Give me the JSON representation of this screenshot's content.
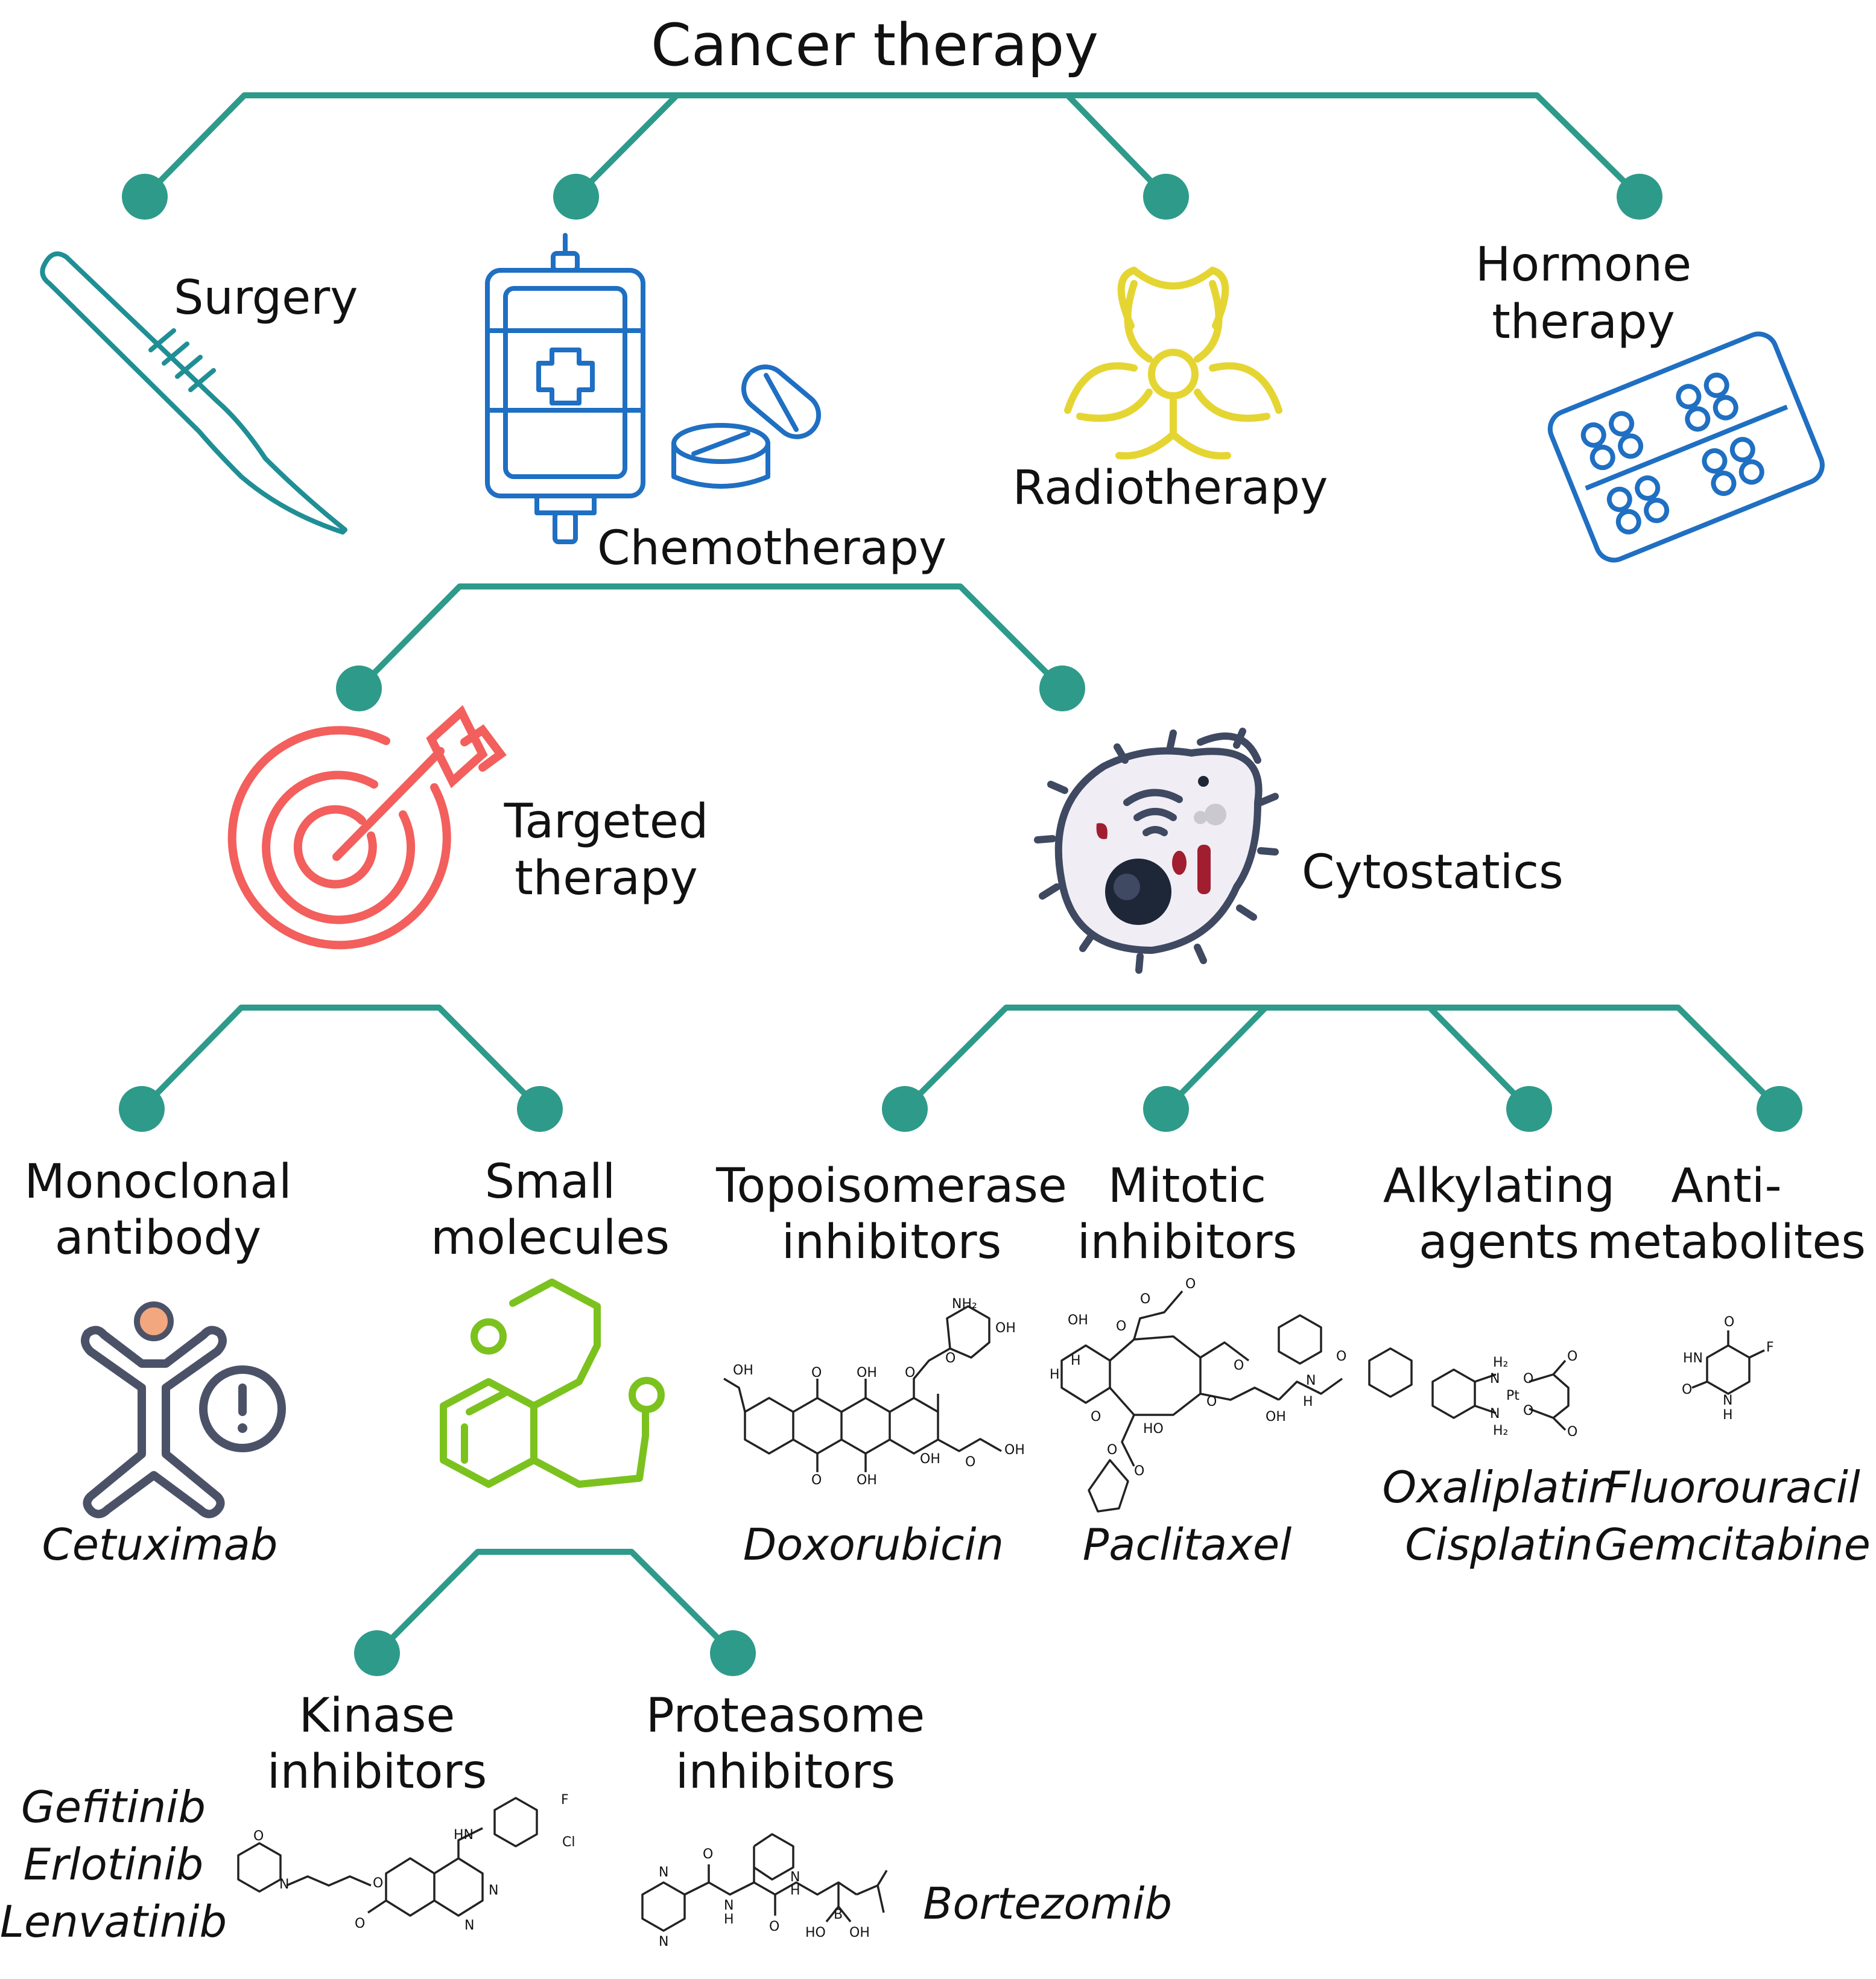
{
  "title": "Cancer therapy",
  "colors": {
    "connector": "#2e9a8a",
    "surgery": "#1f8f95",
    "chemo": "#1f6fc2",
    "radio": "#e5d533",
    "hormone": "#1f6fc2",
    "target": "#f25f5c",
    "cell_outline": "#3f4961",
    "cell_dark": "#1e2738",
    "cell_red": "#a01e2f",
    "mab": "#4b5268",
    "mab_head": "#f2a77e",
    "small_mol": "#7cc21e"
  },
  "top_level": {
    "surgery": "Surgery",
    "chemotherapy": "Chemotherapy",
    "radiotherapy": "Radiotherapy",
    "hormone_line1": "Hormone",
    "hormone_line2": "therapy"
  },
  "chemo_branches": {
    "targeted_line1": "Targeted",
    "targeted_line2": "therapy",
    "cytostatics": "Cytostatics"
  },
  "targeted_branches": {
    "mab_line1": "Monoclonal",
    "mab_line2": "antibody",
    "mab_example": "Cetuximab",
    "small_line1": "Small",
    "small_line2": "molecules"
  },
  "small_molecule_branches": {
    "kinase_line1": "Kinase",
    "kinase_line2": "inhibitors",
    "kinase_examples": [
      "Gefitinib",
      "Erlotinib",
      "Lenvatinib"
    ],
    "proteasome_line1": "Proteasome",
    "proteasome_line2": "inhibitors",
    "proteasome_example": "Bortezomib"
  },
  "cytostatic_branches": {
    "topo_line1": "Topoisomerase",
    "topo_line2": "inhibitors",
    "topo_example": "Doxorubicin",
    "mitotic_line1": "Mitotic",
    "mitotic_line2": "inhibitors",
    "mitotic_example": "Paclitaxel",
    "alkyl_line1": "Alkylating",
    "alkyl_line2": "agents",
    "alkyl_examples": [
      "Oxaliplatin",
      "Cisplatin"
    ],
    "anti_line1": "Anti-",
    "anti_line2": "metabolites",
    "anti_examples": [
      "Fluorouracil",
      "Gemcitabine"
    ]
  },
  "structure_labels": {
    "doxorubicin": [
      "NH₂",
      "OH",
      "O",
      "O",
      "OH",
      "OH",
      "O",
      "OH",
      "O",
      "OH",
      "OH",
      "O"
    ],
    "paclitaxel": [
      "OH",
      "O",
      "O",
      "O",
      "H",
      "H",
      "HO",
      "O",
      "O",
      "O",
      "OH",
      "N",
      "H",
      "O",
      "O",
      "O"
    ],
    "oxaliplatin": [
      "H₂",
      "N",
      "Pt",
      "N",
      "H₂",
      "O",
      "O",
      "O",
      "O"
    ],
    "fluorouracil": [
      "HN",
      "O",
      "F",
      "O",
      "N",
      "H"
    ],
    "gefitinib": [
      "O",
      "N",
      "O",
      "O",
      "HN",
      "F",
      "Cl",
      "N",
      "N"
    ],
    "bortezomib": [
      "N",
      "N",
      "O",
      "N",
      "H",
      "N",
      "H",
      "O",
      "B",
      "HO",
      "OH"
    ]
  }
}
